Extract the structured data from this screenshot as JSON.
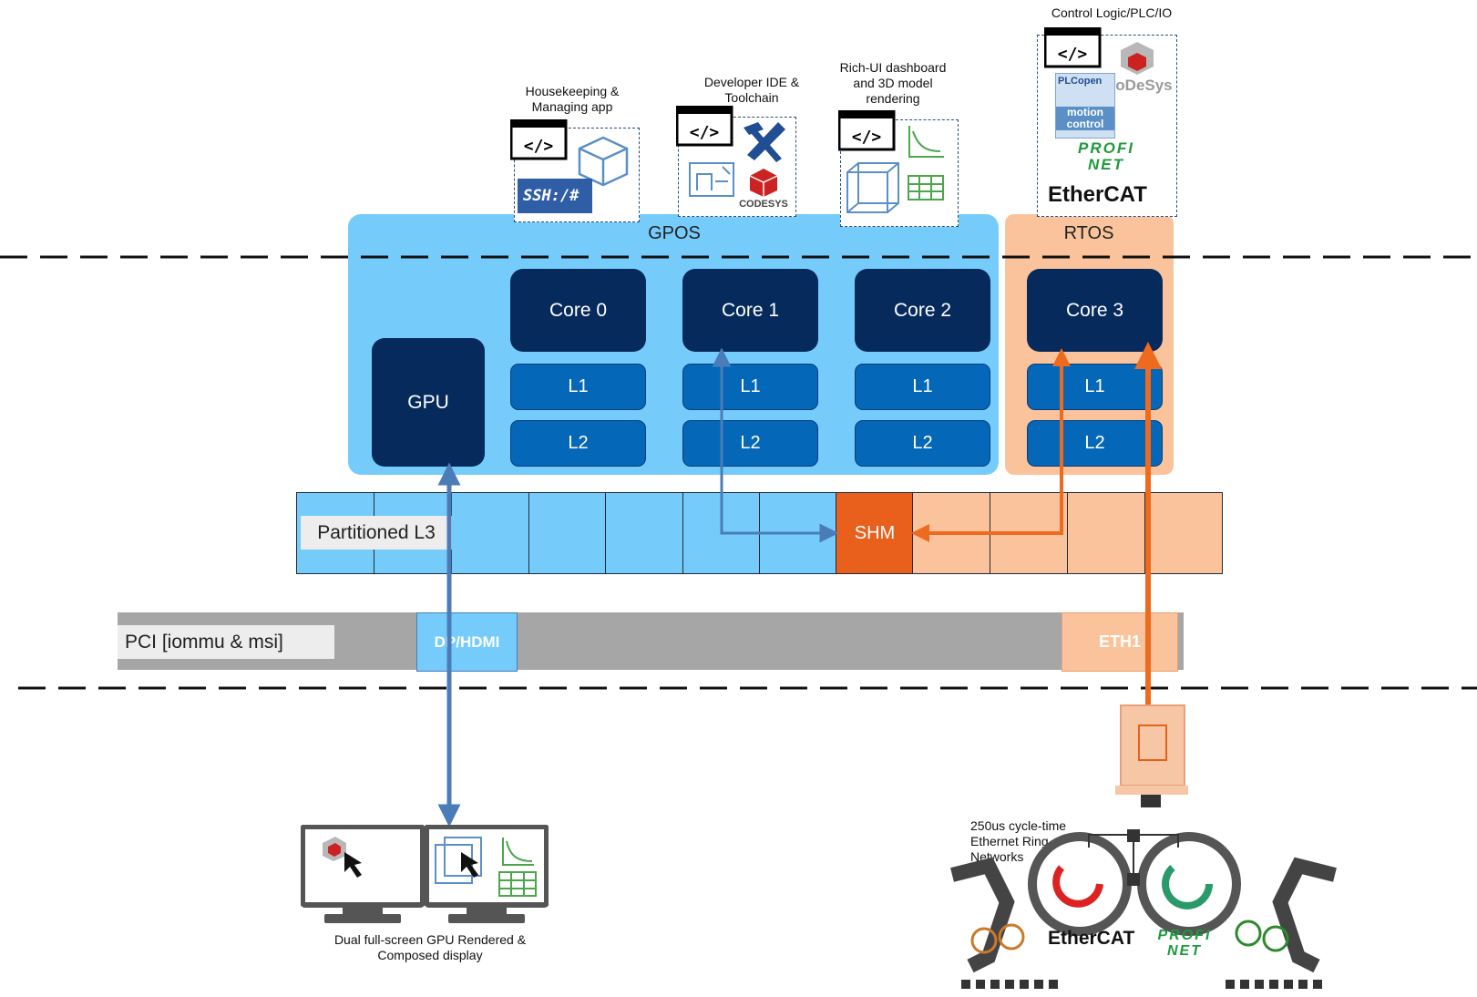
{
  "gpos": {
    "label": "GPOS"
  },
  "rtos": {
    "label": "RTOS"
  },
  "cores": [
    {
      "name": "Core 0",
      "l1": "L1",
      "l2": "L2"
    },
    {
      "name": "Core 1",
      "l1": "L1",
      "l2": "L2"
    },
    {
      "name": "Core 2",
      "l1": "L1",
      "l2": "L2"
    },
    {
      "name": "Core 3",
      "l1": "L1",
      "l2": "L2"
    }
  ],
  "gpu": {
    "label": "GPU"
  },
  "l3": {
    "label": "Partitioned L3",
    "shm_label": "SHM"
  },
  "pci": {
    "label": "PCI [iommu & msi]",
    "dp_label": "DP/HDMI",
    "eth_label": "ETH1"
  },
  "apps": {
    "housekeeping": {
      "caption": "Housekeeping & Managing app",
      "ssh_text": "SSH:/#"
    },
    "ide": {
      "caption": "Developer IDE & Toolchain",
      "codesys_text": "CODESYS"
    },
    "dashboard": {
      "caption": "Rich-UI dashboard and 3D model rendering"
    },
    "control": {
      "caption": "Control Logic/PLC/IO",
      "plcopen_text": "PLCopen",
      "motion_text": "motion control",
      "codesys_text": "CoDeSys",
      "profinet_text": "PROFI NET",
      "ethercat_text": "EtherCAT"
    }
  },
  "display": {
    "caption": "Dual full-screen GPU Rendered & Composed display"
  },
  "network": {
    "caption": "250us cycle-time Ethernet Ring-Networks",
    "ethercat_text": "EtherCAT",
    "profinet_text": "PROFI NET"
  },
  "colors": {
    "gpos": "#75CCFB",
    "rtos": "#FBC39B",
    "core": "#062A5C",
    "cache": "#0567B7",
    "shm": "#E8601C",
    "blue_arrow": "#4A7DB8",
    "orange_arrow": "#EE6A1E",
    "pci": "#A6A6A6"
  }
}
